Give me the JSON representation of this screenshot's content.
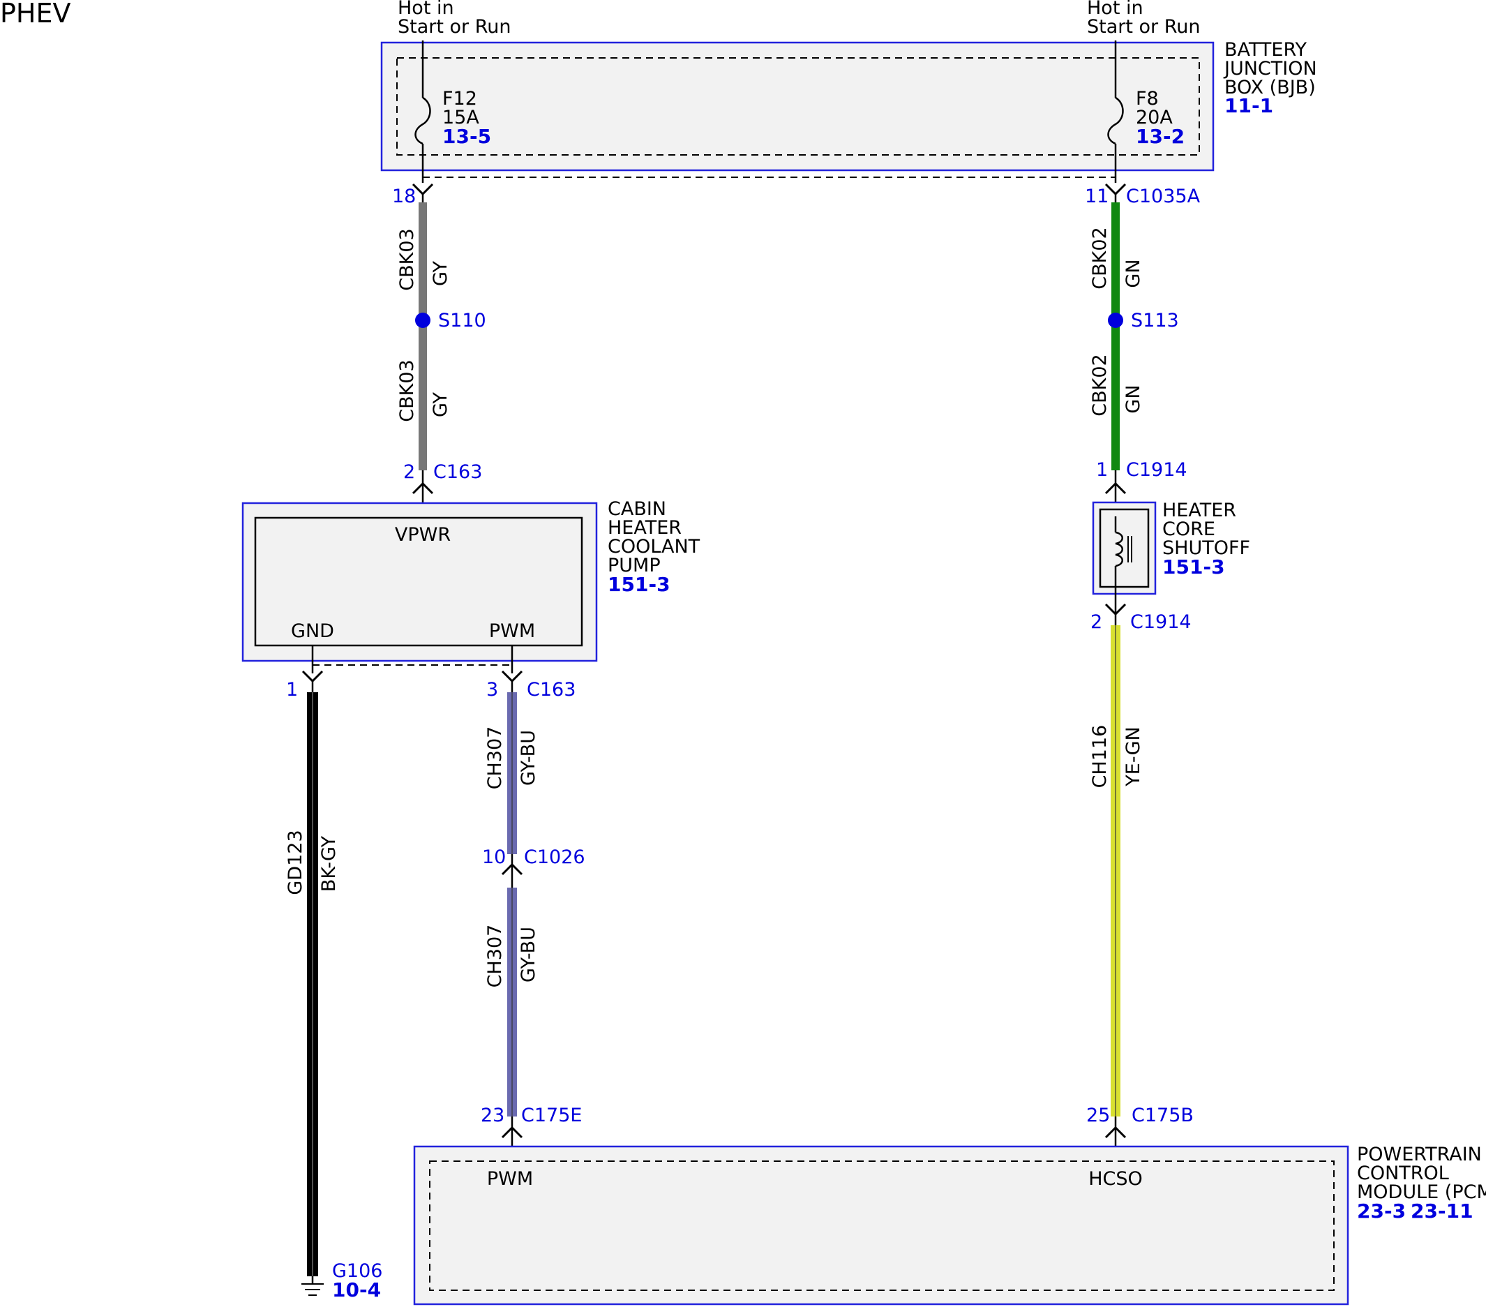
{
  "title": "PHEV",
  "power_sources": [
    {
      "line1": "Hot in",
      "line2": "Start or Run"
    },
    {
      "line1": "Hot in",
      "line2": "Start or Run"
    }
  ],
  "components": {
    "bjb": {
      "name_lines": [
        "BATTERY",
        "JUNCTION",
        "BOX (BJB)"
      ],
      "ref": "11-1"
    },
    "pump": {
      "name_lines": [
        "CABIN",
        "HEATER",
        "COOLANT",
        "PUMP"
      ],
      "ref": "151-3",
      "pins": {
        "vpwr": "VPWR",
        "gnd": "GND",
        "pwm": "PWM"
      }
    },
    "shutoff": {
      "name_lines": [
        "HEATER",
        "CORE",
        "SHUTOFF"
      ],
      "ref": "151-3"
    },
    "pcm": {
      "name_lines": [
        "POWERTRAIN",
        "CONTROL",
        "MODULE (PCM)"
      ],
      "refs": [
        "23-3",
        "23-11"
      ],
      "pins": {
        "pwm": "PWM",
        "hcso": "HCSO"
      }
    }
  },
  "fuses": [
    {
      "name": "F12",
      "rating": "15A",
      "ref": "13-5"
    },
    {
      "name": "F8",
      "rating": "20A",
      "ref": "13-2"
    }
  ],
  "connectors": {
    "c18": {
      "pin": "18"
    },
    "c11": {
      "pin": "11",
      "name": "C1035A"
    },
    "c163_2": {
      "pin": "2",
      "name": "C163"
    },
    "c1914_1": {
      "pin": "1",
      "name": "C1914"
    },
    "c1914_2": {
      "pin": "2",
      "name": "C1914"
    },
    "gnd_1": {
      "pin": "1"
    },
    "c163_3": {
      "pin": "3",
      "name": "C163"
    },
    "c1026": {
      "pin": "10",
      "name": "C1026"
    },
    "c175e": {
      "pin": "23",
      "name": "C175E"
    },
    "c175b": {
      "pin": "25",
      "name": "C175B"
    }
  },
  "splices": [
    {
      "name": "S110"
    },
    {
      "name": "S113"
    }
  ],
  "wires": {
    "w1a": {
      "circuit": "CBK03",
      "color": "GY"
    },
    "w1b": {
      "circuit": "CBK03",
      "color": "GY"
    },
    "w2a": {
      "circuit": "CBK02",
      "color": "GN"
    },
    "w2b": {
      "circuit": "CBK02",
      "color": "GN"
    },
    "w3": {
      "circuit": "GD123",
      "color": "BK-GY"
    },
    "w4a": {
      "circuit": "CH307",
      "color": "GY-BU"
    },
    "w4b": {
      "circuit": "CH307",
      "color": "GY-BU"
    },
    "w5": {
      "circuit": "CH116",
      "color": "YE-GN"
    }
  },
  "ground": {
    "name": "G106",
    "ref": "10-4"
  },
  "colors": {
    "outline_blue": "#2222dd",
    "gray_wire": "#777777",
    "green_wire": "#118811",
    "black_wire": "#000000",
    "gybu_wire": "#6a6ab0",
    "yegn_wire": "#d8e030"
  }
}
